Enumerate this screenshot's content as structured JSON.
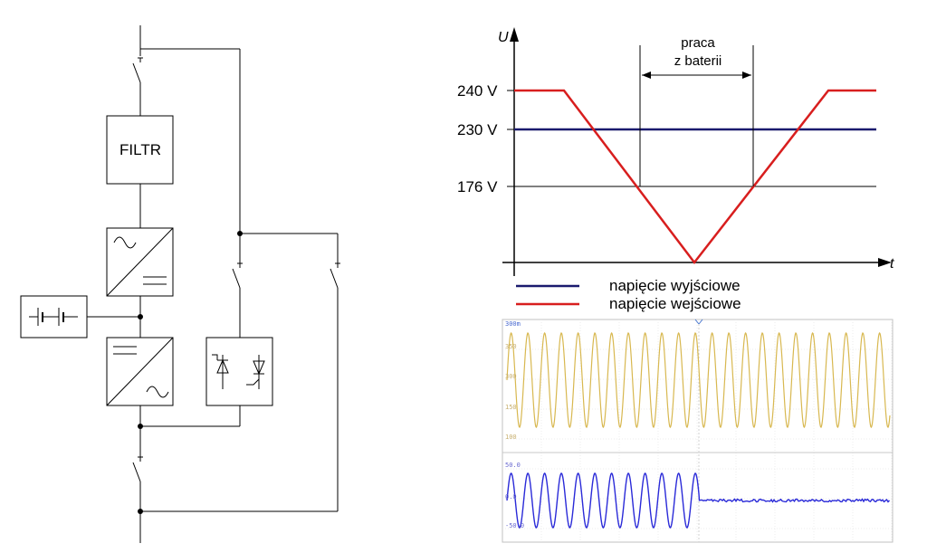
{
  "schematic": {
    "filter_label": "FILTR"
  },
  "voltage_plot": {
    "y_axis_label": "U",
    "x_axis_label": "t",
    "levels": [
      {
        "label": "240 V",
        "value": 240
      },
      {
        "label": "230 V",
        "value": 230
      },
      {
        "label": "176 V",
        "value": 176
      }
    ],
    "battery_annotation": [
      "praca",
      "z baterii"
    ],
    "legend": [
      {
        "label": "napięcie wyjściowe",
        "color": "#1a1a6e"
      },
      {
        "label": "napięcie wejściowe",
        "color": "#d81e1e"
      }
    ]
  },
  "oscilloscope": {
    "header_tick": "300m",
    "top_trace": {
      "color": "#d8b850",
      "ticks": [
        "350",
        "300",
        "150",
        "100"
      ]
    },
    "bottom_trace": {
      "color": "#2a2ad8",
      "ticks": [
        "50.0",
        "0.0",
        "-50.0"
      ]
    }
  }
}
